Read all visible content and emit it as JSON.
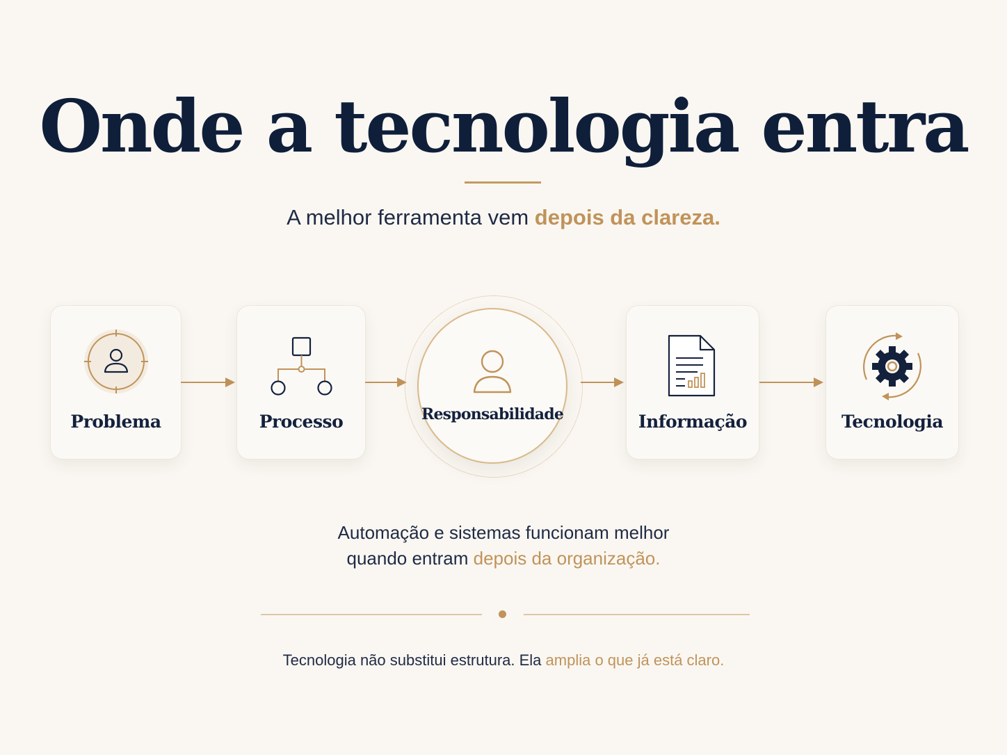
{
  "header": {
    "title": "Onde a tecnologia entra",
    "subtitle_prefix": "A melhor ferramenta vem ",
    "subtitle_accent": "depois da clareza."
  },
  "flow": {
    "steps": [
      {
        "label": "Problema",
        "icon": "person-target-icon"
      },
      {
        "label": "Processo",
        "icon": "process-flow-icon"
      },
      {
        "label": "Responsabilidade",
        "icon": "person-icon"
      },
      {
        "label": "Informação",
        "icon": "document-chart-icon"
      },
      {
        "label": "Tecnologia",
        "icon": "gear-cycle-icon"
      }
    ]
  },
  "body": {
    "line1": "Automação e sistemas funcionam melhor",
    "line2_prefix": "quando entram ",
    "line2_accent": "depois da organização."
  },
  "footer": {
    "prefix": "Tecnologia não substitui estrutura. Ela ",
    "accent": "amplia o que já está claro."
  },
  "colors": {
    "background": "#faf7f2",
    "navy": "#14213d",
    "gold": "#c0935a"
  }
}
